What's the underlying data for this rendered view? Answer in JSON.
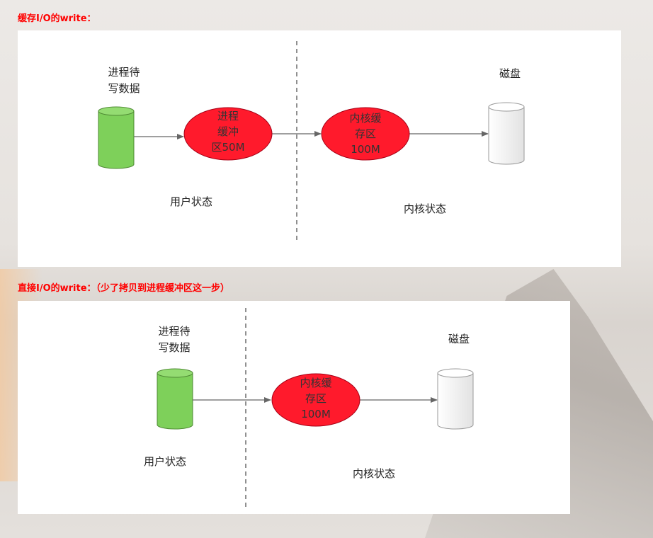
{
  "sections": [
    {
      "title": "缓存I/O的write：",
      "process_data_label": "进程待\n写数据",
      "process_buffer_label": "进程\n缓冲\n区50M",
      "kernel_buffer_label": "内核缓\n存区\n100M",
      "disk_label": "磁盘",
      "user_state_label": "用户状态",
      "kernel_state_label": "内核状态"
    },
    {
      "title": "直接I/O的write：（少了拷贝到进程缓冲区这一步）",
      "process_data_label": "进程待\n写数据",
      "kernel_buffer_label": "内核缓\n存区\n100M",
      "disk_label": "磁盘",
      "user_state_label": "用户状态",
      "kernel_state_label": "内核状态"
    }
  ],
  "colors": {
    "title": "#ff0000",
    "data_cylinder": "#7ed05a",
    "buffer_ellipse": "#ff1a2c",
    "disk_cylinder": "#f4f4f4",
    "arrow": "#666666",
    "divider": "#555555"
  }
}
